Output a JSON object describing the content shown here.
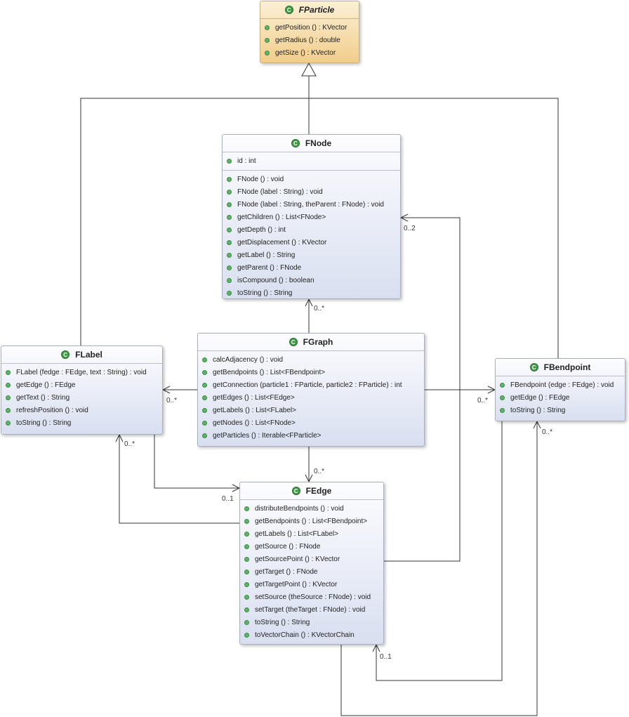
{
  "colors": {
    "class_fill_top": "#fdfdff",
    "class_fill_bottom": "#d9dff0",
    "abstract_fill_top": "#fbf0d6",
    "abstract_fill_bottom": "#f2cd8a",
    "class_icon": "#3f9a47",
    "member_icon": "#5fb368",
    "line": "#333333"
  },
  "icons": {
    "class_badge": "class-c-icon",
    "member": "public-method-icon"
  },
  "classes": {
    "fparticle": {
      "name": "FParticle",
      "abstract": true,
      "attributes": [],
      "methods": [
        "getPosition () : KVector",
        "getRadius () : double",
        "getSize () : KVector"
      ]
    },
    "fnode": {
      "name": "FNode",
      "attributes": [
        "id : int"
      ],
      "methods": [
        "FNode () : void",
        "FNode (label : String) : void",
        "FNode (label : String, theParent : FNode) : void",
        "getChildren () : List<FNode>",
        "getDepth () : int",
        "getDisplacement () : KVector",
        "getLabel () : String",
        "getParent () : FNode",
        "isCompound () : boolean",
        "toString () : String"
      ]
    },
    "flabel": {
      "name": "FLabel",
      "attributes": [],
      "methods": [
        "FLabel (fedge : FEdge, text : String) : void",
        "getEdge () : FEdge",
        "getText () : String",
        "refreshPosition () : void",
        "toString () : String"
      ]
    },
    "fgraph": {
      "name": "FGraph",
      "attributes": [],
      "methods": [
        "calcAdjacency () : void",
        "getBendpoints () : List<FBendpoint>",
        "getConnection (particle1 : FParticle, particle2 : FParticle) : int",
        "getEdges () : List<FEdge>",
        "getLabels () : List<FLabel>",
        "getNodes () : List<FNode>",
        "getParticles () : Iterable<FParticle>"
      ]
    },
    "fbendpoint": {
      "name": "FBendpoint",
      "attributes": [],
      "methods": [
        "FBendpoint (edge : FEdge) : void",
        "getEdge () : FEdge",
        "toString () : String"
      ]
    },
    "fedge": {
      "name": "FEdge",
      "attributes": [],
      "methods": [
        "distributeBendpoints () : void",
        "getBendpoints () : List<FBendpoint>",
        "getLabels () : List<FLabel>",
        "getSource () : FNode",
        "getSourcePoint () : KVector",
        "getTarget () : FNode",
        "getTargetPoint () : KVector",
        "setSource (theSource : FNode) : void",
        "setTarget (theTarget : FNode) : void",
        "toString () : String",
        "toVectorChain () : KVectorChain"
      ]
    }
  },
  "multiplicities": {
    "fgraph_nodes": "0..*",
    "fgraph_labels": "0..*",
    "fgraph_bendpoints": "0..*",
    "fgraph_edges": "0..*",
    "fedge_source": "0..2",
    "flabel_edge": "0..1",
    "fedge_labels": "0..*",
    "fedge_bendpoints": "0..*",
    "fbendpoint_edge": "0..1"
  }
}
